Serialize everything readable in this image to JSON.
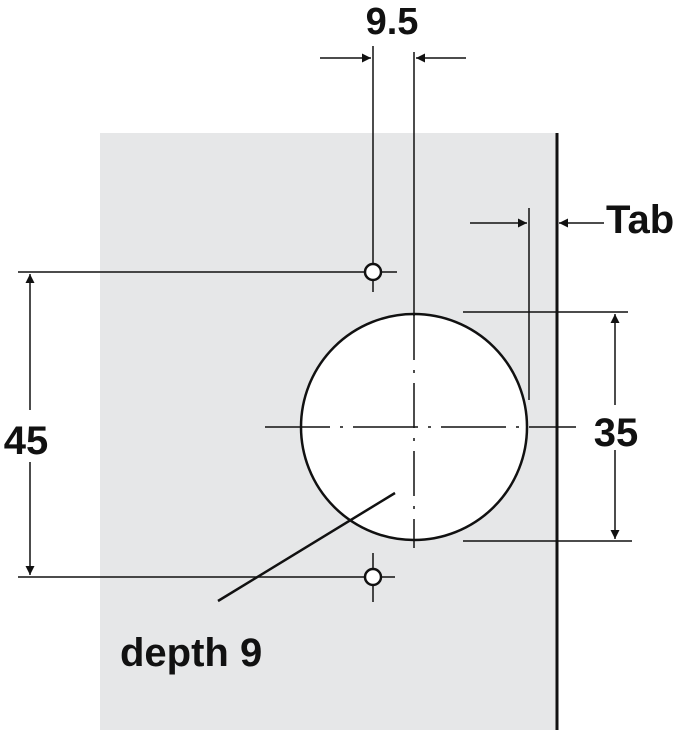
{
  "colors": {
    "panel": "#e6e7e8",
    "line": "#111111",
    "hole": "#ffffff"
  },
  "labels": {
    "offset": "9.5",
    "tab": "Tab",
    "hole_diameter": "35",
    "hole_spacing": "45",
    "depth": "depth 9"
  }
}
